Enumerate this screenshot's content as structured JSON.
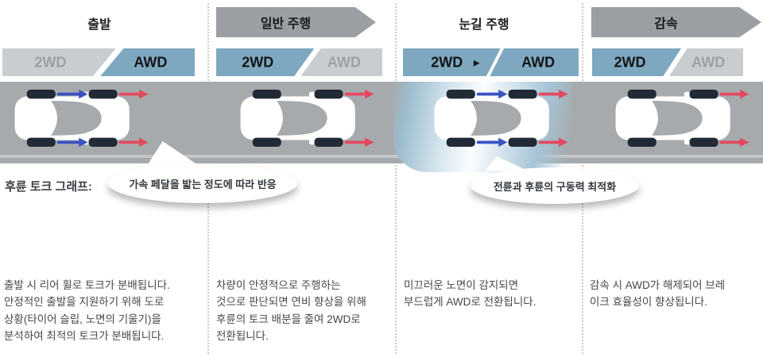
{
  "stage": {
    "torque_label": "후륜 토크 그래프:",
    "selector_arrow": "►"
  },
  "bubbles": [
    {
      "text": "가속 페달을 밟는 정도에 따라 반응"
    },
    {
      "text": "전륜과 후륜의 구동력 최적화"
    }
  ],
  "columns": [
    {
      "title": "출발",
      "mode_left": "2WD",
      "mode_right": "AWD",
      "active_mode": "AWD",
      "torque_wheels": "front+rear",
      "description": "출발 시 리어 휠로 토크가 분배됩니다.\n안정적인 출발을 지원하기 위해 도로\n상황(타이어 슬립, 노면의 기울기)을\n분석하여 최적의 토크가 분배됩니다."
    },
    {
      "title": "일반 주행",
      "mode_left": "2WD",
      "mode_right": "AWD",
      "active_mode": "2WD",
      "torque_wheels": "front",
      "description": "차량이 안정적으로 주행하는\n것으로 판단되면 연비 향상을 위해\n후륜의 토크 배분을 줄여 2WD로\n전환됩니다."
    },
    {
      "title": "눈길 주행",
      "mode_left": "2WD",
      "mode_right": "AWD",
      "active_mode": "2WD→AWD",
      "torque_wheels": "front+rear",
      "description": "미끄러운 노면이 감지되면\n부드럽게 AWD로 전환됩니다."
    },
    {
      "title": "감속",
      "mode_left": "2WD",
      "mode_right": "AWD",
      "active_mode": "2WD",
      "torque_wheels": "front",
      "description": "감속 시 AWD가 해제되어 브레\n이크 효율성이 향상됩니다."
    }
  ],
  "colors": {
    "mode_active_blue": "#7ea8bf",
    "mode_inactive_gray": "#c9cdd0",
    "banner_gray": "#9b9fa3",
    "road_gray": "#a6aaad",
    "rear_torque_arrow_blue": "#3a53c4",
    "front_torque_arrow_red": "#e2485f",
    "snow_light_blue": "#a6c5d7"
  }
}
